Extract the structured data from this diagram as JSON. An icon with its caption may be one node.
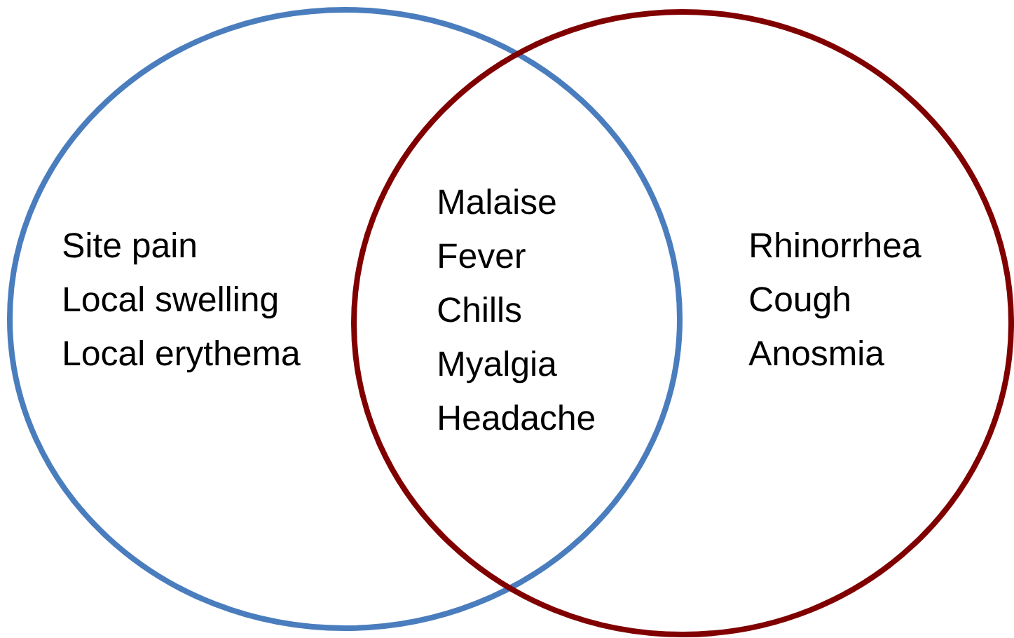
{
  "diagram": {
    "nodes": [
      {
        "text": [
          "Site pain",
          "Local swelling",
          "Local erythema"
        ]
      },
      {
        "text": [
          "Rhinorrhea",
          "Cough",
          "Anosmia"
        ]
      }
    ],
    "labels": [
      "Malaise",
      "Fever",
      "Chills",
      "Myalgia",
      "Headache"
    ]
  }
}
